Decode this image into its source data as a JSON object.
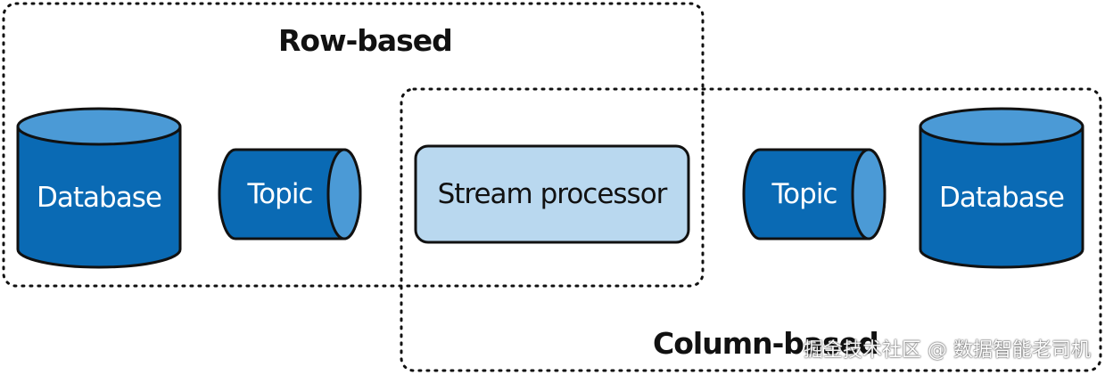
{
  "groups": {
    "row_based": "Row-based",
    "column_based": "Column-based"
  },
  "nodes": {
    "left_database": "Database",
    "left_topic": "Topic",
    "stream_processor": "Stream processor",
    "right_topic": "Topic",
    "right_database": "Database"
  },
  "watermark": "掘金技术社区 @ 数据智能老司机",
  "colors": {
    "shape_fill": "#0a6ab4",
    "shape_top": "#4b9ad6",
    "processor_fill": "#b9d8ef",
    "stroke": "#111111"
  }
}
